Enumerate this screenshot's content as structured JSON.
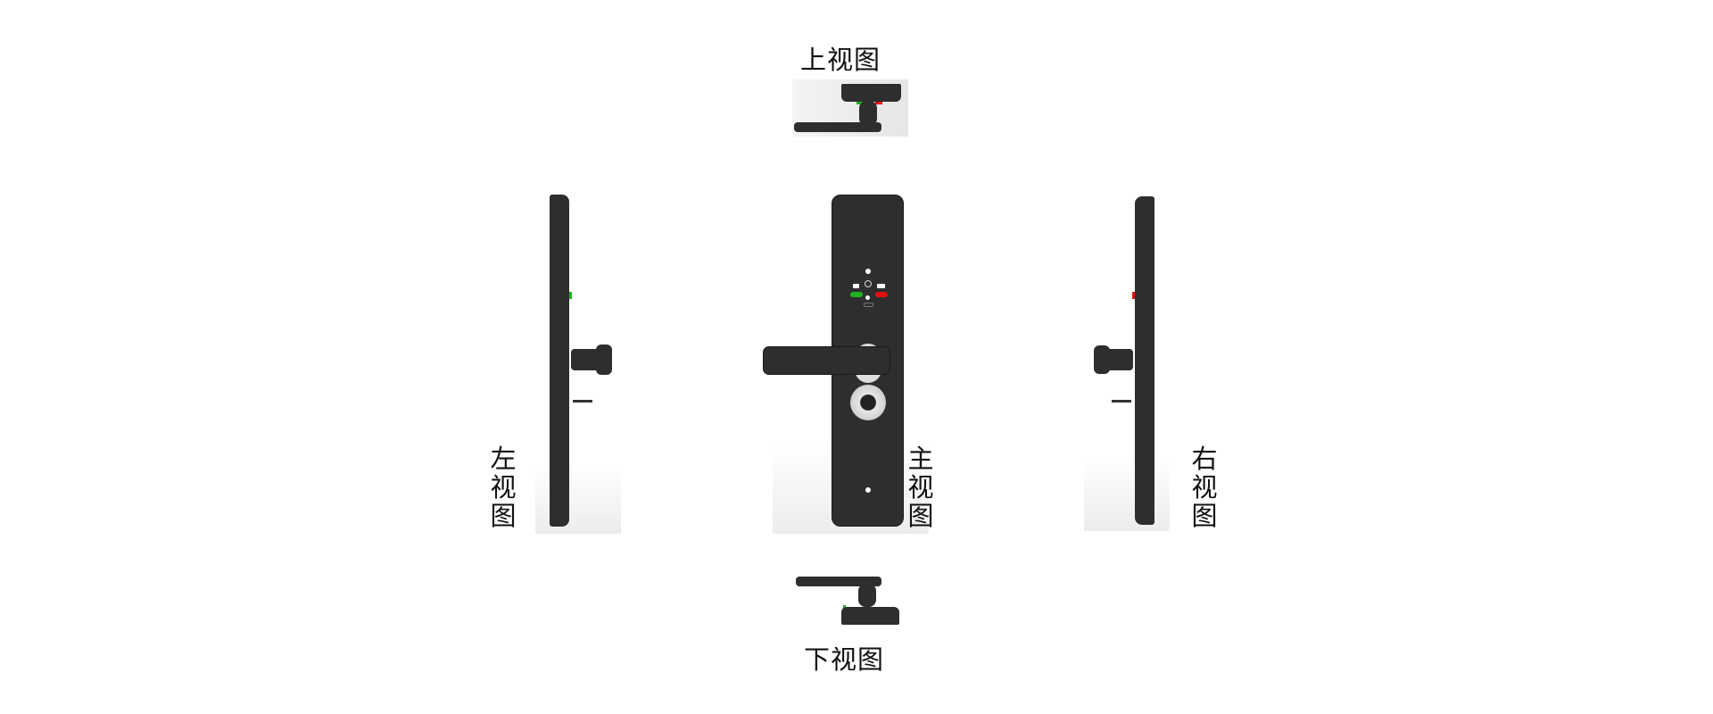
{
  "views": {
    "top": {
      "label": "上视图"
    },
    "main": {
      "label": "主视图"
    },
    "left": {
      "label": "左视图"
    },
    "right": {
      "label": "右视图"
    },
    "bottom": {
      "label": "下视图"
    }
  },
  "colors": {
    "body": "#2e2e2e",
    "led_green": "#1fb31f",
    "led_red": "#e01010"
  }
}
